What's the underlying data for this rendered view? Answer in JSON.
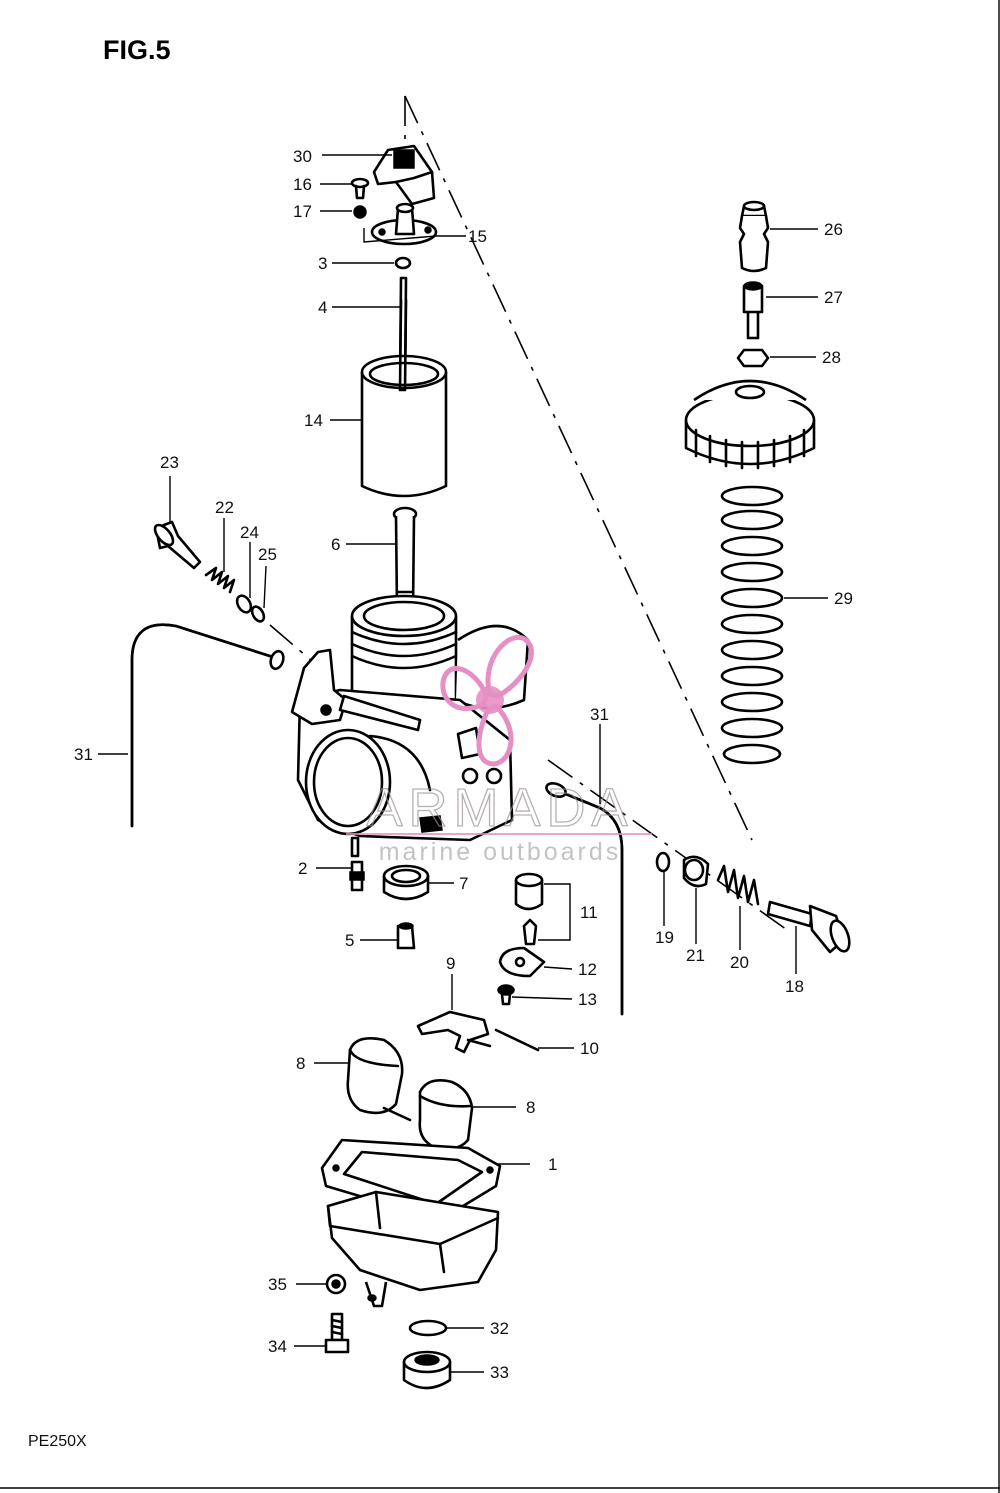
{
  "figure_label": "FIG.5",
  "model_code": "PE250X",
  "watermark": {
    "brand": "ARMADA",
    "tagline": "marine outboards",
    "logo_color": "#e58fc4",
    "text_color": "#9a8f94"
  },
  "parts": {
    "p30": "30",
    "p16": "16",
    "p17": "17",
    "p15": "15",
    "p3": "3",
    "p4": "4",
    "p14": "14",
    "p6": "6",
    "p23": "23",
    "p22": "22",
    "p24": "24",
    "p25": "25",
    "p31a": "31",
    "p31b": "31",
    "p26": "26",
    "p27": "27",
    "p28": "28",
    "p29": "29",
    "p2": "2",
    "p7": "7",
    "p5": "5",
    "p11": "11",
    "p12": "12",
    "p13": "13",
    "p9": "9",
    "p10": "10",
    "p19": "19",
    "p21": "21",
    "p20": "20",
    "p18": "18",
    "p8a": "8",
    "p8b": "8",
    "p1": "1",
    "p35": "35",
    "p34": "34",
    "p32": "32",
    "p33": "33"
  }
}
